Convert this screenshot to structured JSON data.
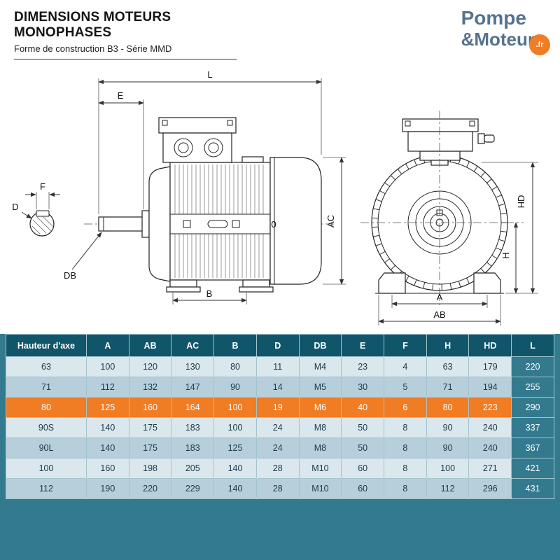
{
  "header": {
    "title": "DIMENSIONS MOTEURS MONOPHASES",
    "subtitle": "Forme de construction B3 - Série MMD"
  },
  "logo": {
    "line1": "Pompe",
    "line2": "&Moteur",
    "badge": ".fr"
  },
  "diagram": {
    "labels": {
      "L": "L",
      "E": "E",
      "F": "F",
      "D": "D",
      "DB": "DB",
      "B": "B",
      "AC": "AC",
      "zero": "0",
      "HD": "HD",
      "H": "H",
      "A": "A",
      "AB": "AB"
    }
  },
  "table": {
    "columns": [
      "Hauteur d'axe",
      "A",
      "AB",
      "AC",
      "B",
      "D",
      "DB",
      "E",
      "F",
      "H",
      "HD",
      "L"
    ],
    "rows": [
      {
        "highlight": false,
        "values": [
          "63",
          "100",
          "120",
          "130",
          "80",
          "11",
          "M4",
          "23",
          "4",
          "63",
          "179",
          "220"
        ]
      },
      {
        "highlight": false,
        "values": [
          "71",
          "112",
          "132",
          "147",
          "90",
          "14",
          "M5",
          "30",
          "5",
          "71",
          "194",
          "255"
        ]
      },
      {
        "highlight": true,
        "values": [
          "80",
          "125",
          "160",
          "164",
          "100",
          "19",
          "M6",
          "40",
          "6",
          "80",
          "223",
          "290"
        ]
      },
      {
        "highlight": false,
        "values": [
          "90S",
          "140",
          "175",
          "183",
          "100",
          "24",
          "M8",
          "50",
          "8",
          "90",
          "240",
          "337"
        ]
      },
      {
        "highlight": false,
        "values": [
          "90L",
          "140",
          "175",
          "183",
          "125",
          "24",
          "M8",
          "50",
          "8",
          "90",
          "240",
          "367"
        ]
      },
      {
        "highlight": false,
        "values": [
          "100",
          "160",
          "198",
          "205",
          "140",
          "28",
          "M10",
          "60",
          "8",
          "100",
          "271",
          "421"
        ]
      },
      {
        "highlight": false,
        "values": [
          "112",
          "190",
          "220",
          "229",
          "140",
          "28",
          "M10",
          "60",
          "8",
          "112",
          "296",
          "431"
        ]
      }
    ]
  },
  "colors": {
    "teal_background": "#337A8F",
    "header_row": "#11556A",
    "row_light": "#DAE7ED",
    "row_medium": "#B6CFDA",
    "highlight_orange": "#F07C23",
    "l_column": "#337A8F",
    "logo_blue": "#54738E"
  }
}
